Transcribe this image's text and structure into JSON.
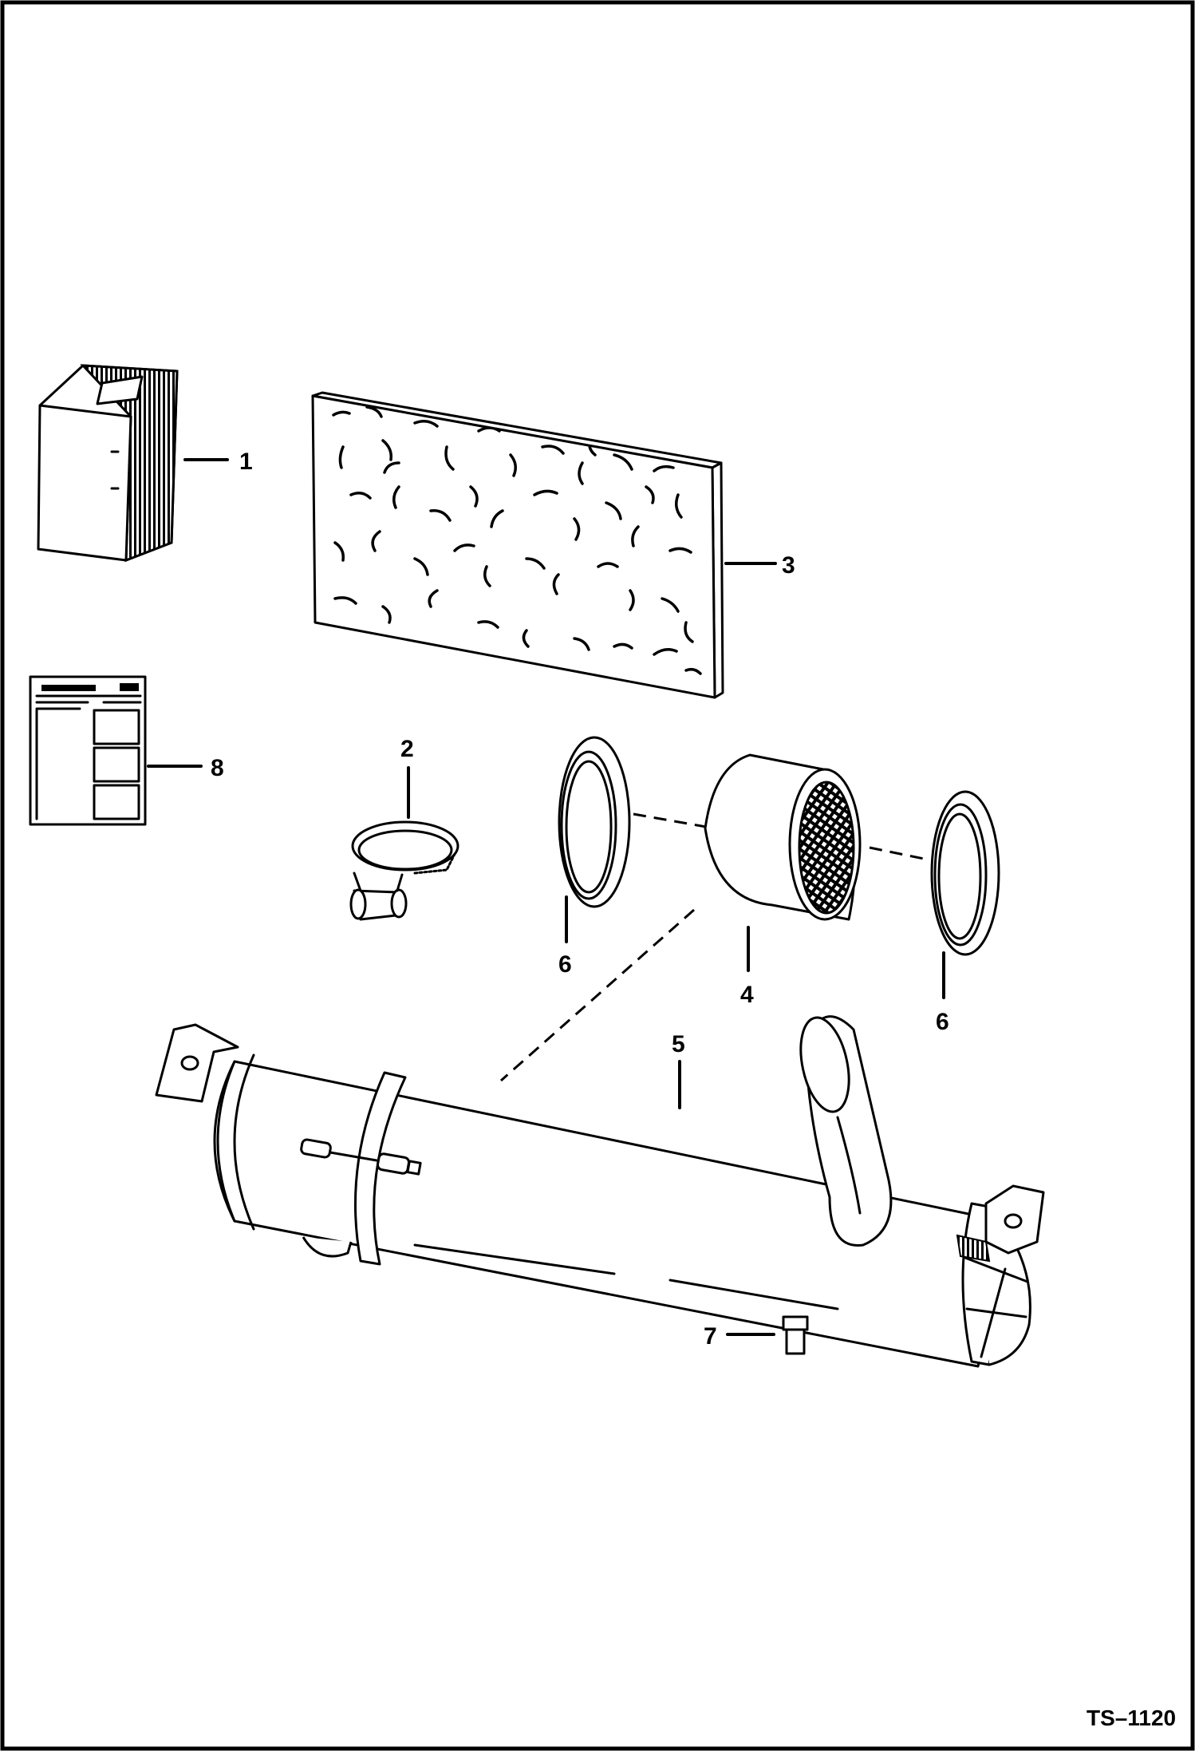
{
  "diagram": {
    "drawing_number": "TS–1120",
    "callouts": [
      {
        "id": "1"
      },
      {
        "id": "2"
      },
      {
        "id": "3"
      },
      {
        "id": "4"
      },
      {
        "id": "5"
      },
      {
        "id": "6"
      },
      {
        "id": "6"
      },
      {
        "id": "7"
      },
      {
        "id": "8"
      }
    ],
    "parts": [
      {
        "icon": "filter-element-box-icon"
      },
      {
        "icon": "hose-clamp-icon"
      },
      {
        "icon": "foam-pad-icon"
      },
      {
        "icon": "screen-cylinder-icon"
      },
      {
        "icon": "muffler-icon"
      },
      {
        "icon": "gasket-ring-icon"
      },
      {
        "icon": "gasket-ring-icon"
      },
      {
        "icon": "drain-plug-icon"
      },
      {
        "icon": "instruction-sheet-icon"
      }
    ]
  }
}
